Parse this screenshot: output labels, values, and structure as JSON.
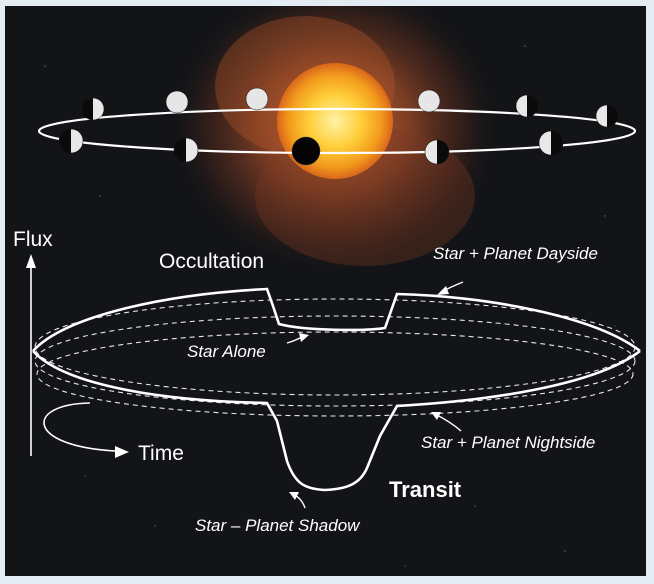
{
  "diagram": {
    "labels": {
      "flux": "Flux",
      "time": "Time",
      "occultation": "Occultation",
      "transit": "Transit",
      "star_plus_planet_dayside": "Star + Planet Dayside",
      "star_alone": "Star Alone",
      "star_plus_planet_nightside": "Star + Planet Nightside",
      "star_minus_planet_shadow": "Star – Planet Shadow"
    },
    "colors": {
      "background": "#121417",
      "frame": "#e4ecf3",
      "star_core": "#ffd64a",
      "star_glow": "#c8582a",
      "orbit": "#ffffff",
      "planet_lit": "#e6e6e6",
      "planet_dark": "#050505"
    },
    "icons": [
      "star-sun",
      "planet-phases",
      "flux-axis-arrow",
      "time-arrow"
    ]
  }
}
